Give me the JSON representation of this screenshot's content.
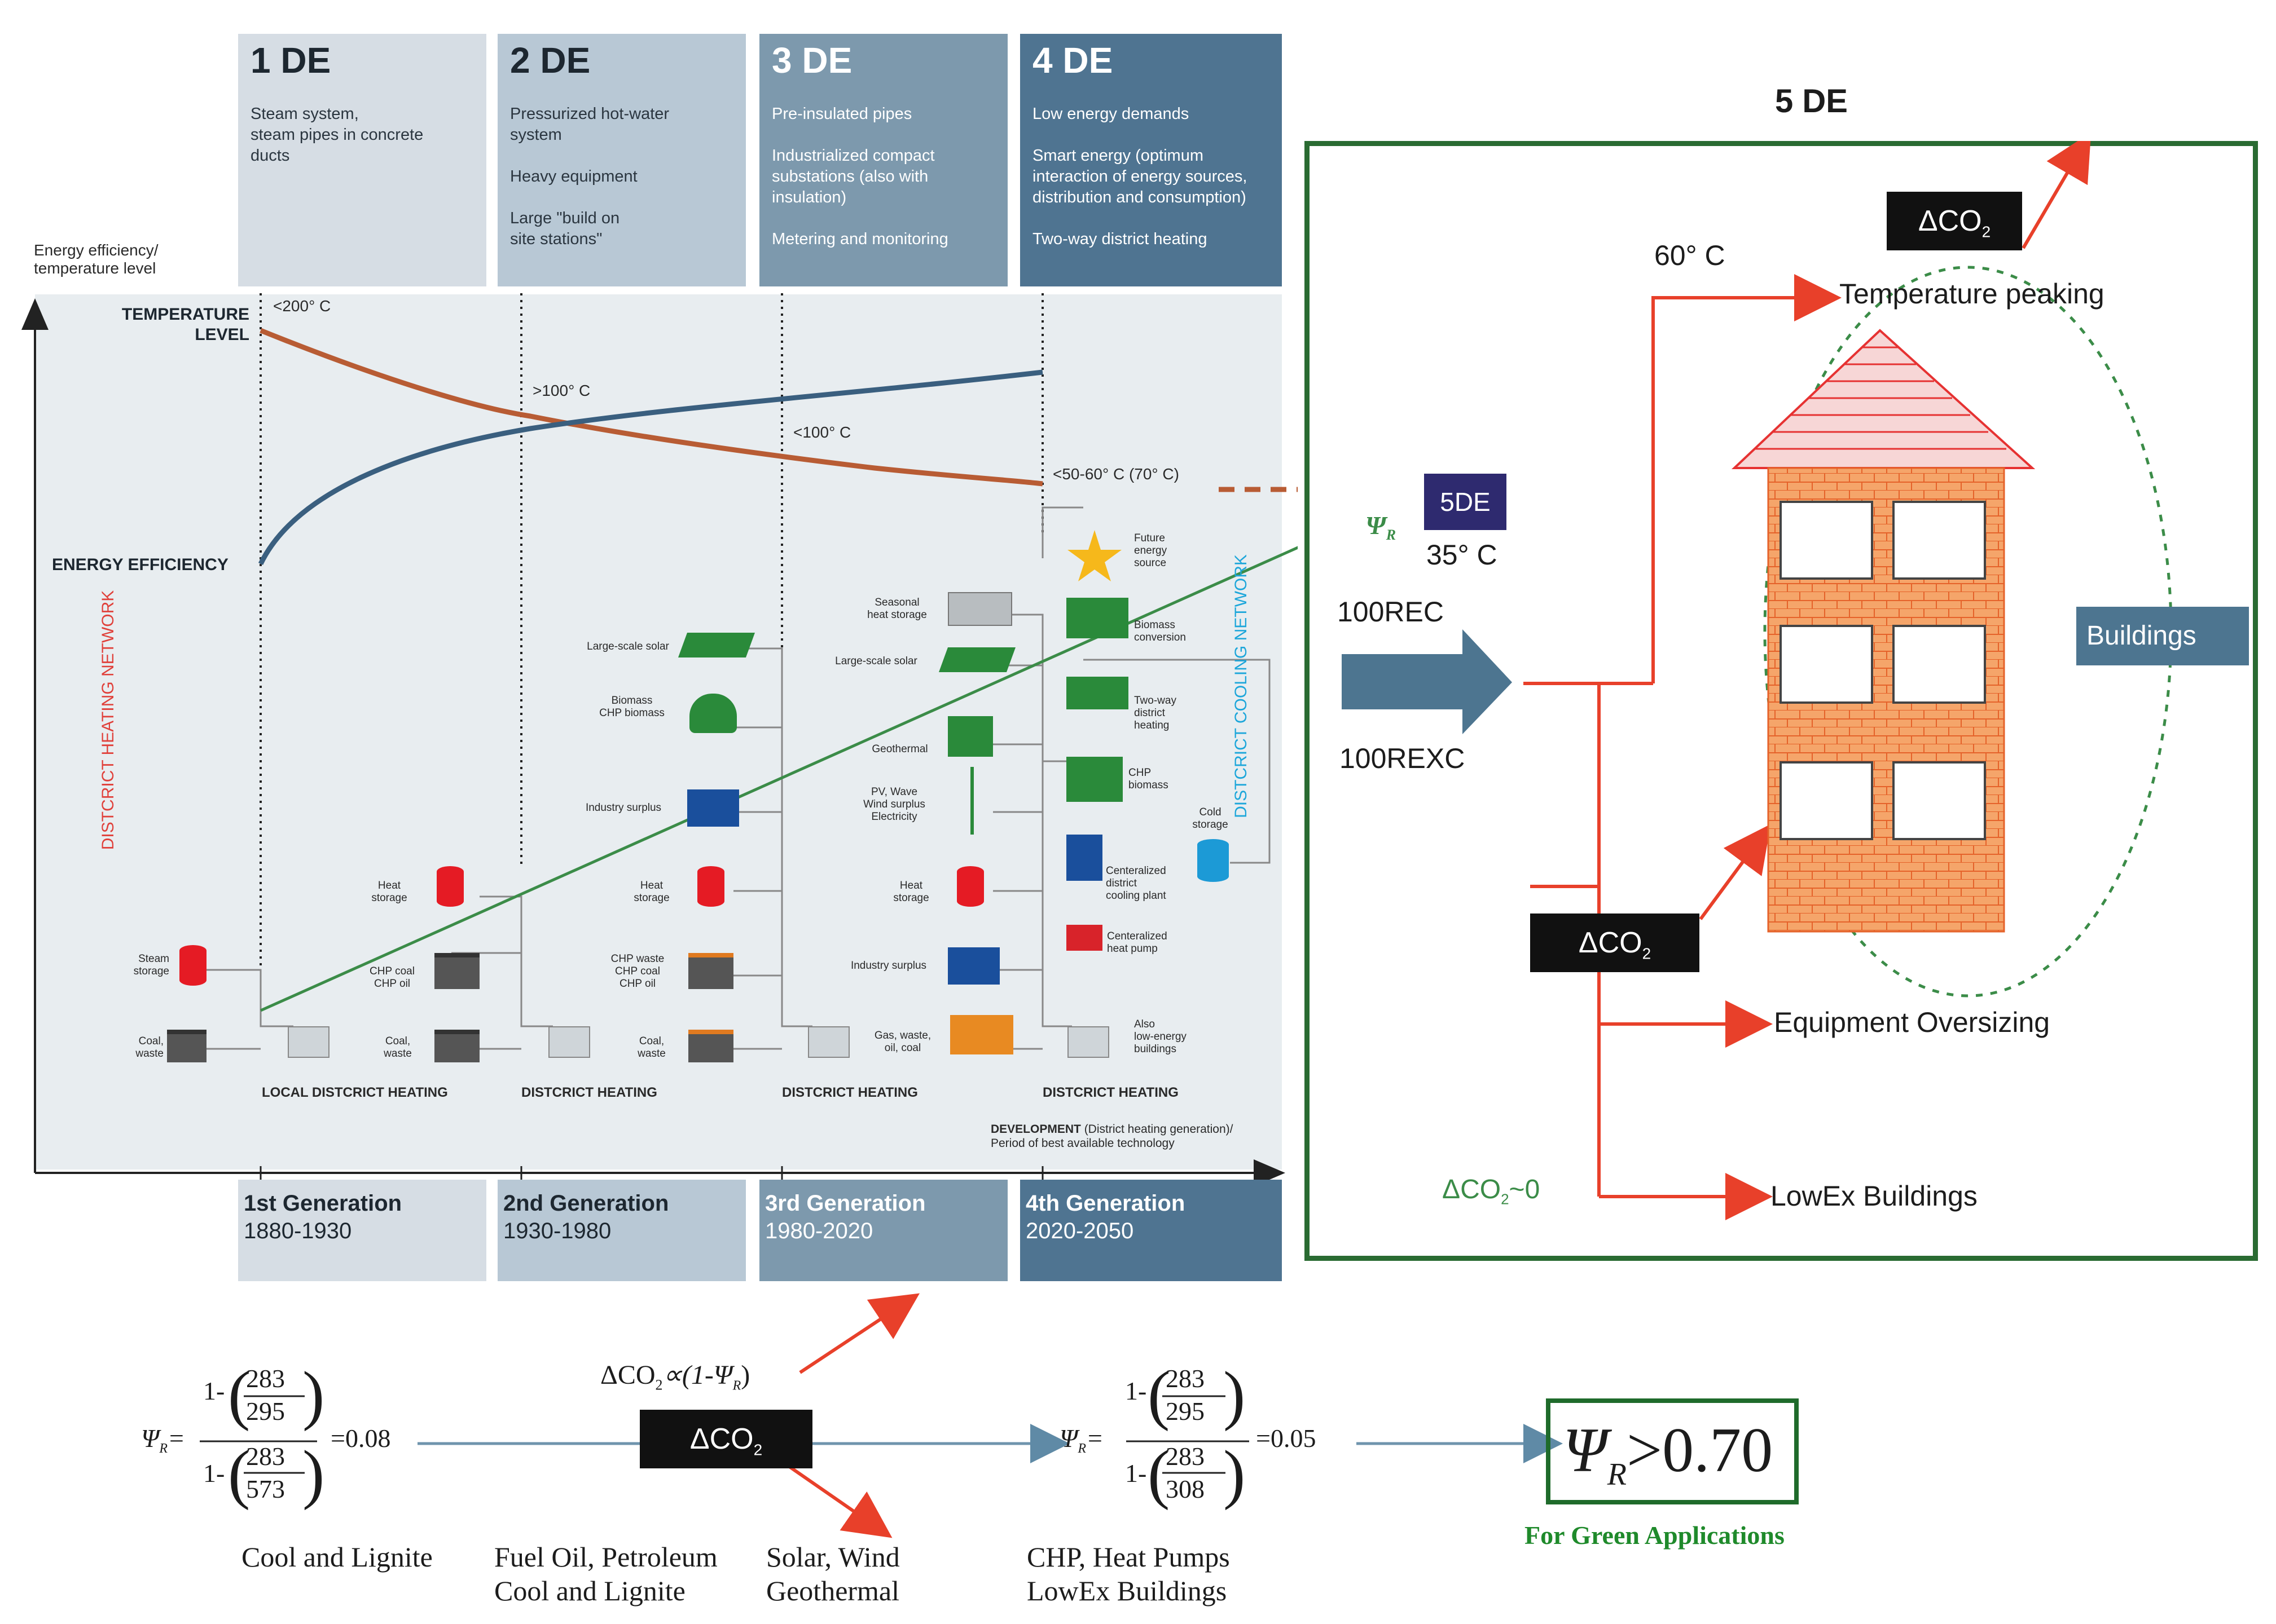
{
  "generations": [
    {
      "num": "1 DE",
      "desc": "Steam system,\nsteam pipes in concrete\nducts",
      "foot_title": "1st Generation",
      "foot_years": "1880-1930",
      "network": "LOCAL DISTCRICT HEATING"
    },
    {
      "num": "2 DE",
      "desc": "Pressurized hot-water\nsystem\n\nHeavy equipment\n\nLarge \"build on\nsite stations\"",
      "foot_title": "2nd Generation",
      "foot_years": "1930-1980",
      "network": "DISTCRICT HEATING"
    },
    {
      "num": "3 DE",
      "desc": "Pre-insulated pipes\n\nIndustrialized compact\nsubstations (also with\ninsulation)\n\nMetering and monitoring",
      "foot_title": "3rd Generation",
      "foot_years": "1980-2020",
      "network": "DISTCRICT HEATING"
    },
    {
      "num": "4 DE",
      "desc": "Low energy demands\n\nSmart energy (optimum\ninteraction of energy sources,\ndistribution and consumption)\n\nTwo-way district heating",
      "foot_title": "4th Generation",
      "foot_years": "2020-2050",
      "network": "DISTCRICT HEATING"
    }
  ],
  "axis": {
    "y_label": "Energy efficiency/\ntemperature level",
    "temp_label": "TEMPERATURE\nLEVEL",
    "eff_label": "ENERGY EFFICIENCY",
    "x_note_bold": "DEVELOPMENT",
    "x_note": " (District heating generation)/\nPeriod of best available technology",
    "heating_network": "DISTCRICT HEATING NETWORK",
    "cooling_network": "DISTCRICT COOLING NETWORK"
  },
  "temperatures": {
    "t1": "<200° C",
    "t2": ">100° C",
    "t3": "<100° C",
    "t4": "<50-60° C (70° C)"
  },
  "components": {
    "gen1": [
      "Steam\nstorage",
      "Coal,\nwaste"
    ],
    "gen2": [
      "Heat\nstorage",
      "CHP coal\nCHP oil",
      "Coal,\nwaste"
    ],
    "gen3": [
      "Large-scale solar",
      "Biomass\nCHP biomass",
      "Industry surplus",
      "Heat\nstorage",
      "CHP waste\nCHP coal\nCHP oil",
      "Coal,\nwaste"
    ],
    "gen3b": [
      "Seasonal\nheat storage",
      "Large-scale solar",
      "Geothermal",
      "PV, Wave\nWind surplus\nElectricity",
      "Heat\nstorage",
      "Industry surplus",
      "Gas, waste,\noil, coal"
    ],
    "gen4": [
      "Future\nenergy\nsource",
      "Biomass\nconversion",
      "Two-way\ndistrict\nheating",
      "CHP\nbiomass",
      "Cold\nstorage",
      "Centeralized\ndistrict\ncooling plant",
      "Centeralized\nheat pump",
      "Also\nlow-energy\nbuildings"
    ]
  },
  "fivede": {
    "title": "5 DE",
    "badge": "5DE",
    "temp": "35° C",
    "rec": "100REC",
    "rexc": "100REXC",
    "psi": "Ψ",
    "psi_sub": "R",
    "t60": "60° C",
    "peaking": "Temperature peaking",
    "buildings": "Buildings",
    "oversizing": "Equipment Oversizing",
    "lowex": "LowEx Buildings",
    "dco2_zero": "ΔCO",
    "dco2_zero_tail": "~0",
    "dco2": "ΔCO",
    "sub2": "2"
  },
  "formulas": {
    "f1_result": "=0.08",
    "f2_result": "=0.05",
    "n1": "283",
    "d1": "295",
    "d1b": "573",
    "n2": "283",
    "d2": "295",
    "d2b": "308",
    "one_minus": "1-",
    "psi": "Ψ",
    "sub": "R",
    "dco2_prop": "ΔCO",
    "dco2_prop_tail": "∝(1-Ψ",
    "dco2_prop_end": ")",
    "center_badge": "ΔCO",
    "final": ">0.70",
    "final_caption": "For Green Applications"
  },
  "captions": {
    "c1": "Cool and Lignite",
    "c2a": "Fuel Oil, Petroleum",
    "c2b": "Cool and Lignite",
    "c3a": "Solar, Wind",
    "c3b": "Geothermal",
    "c4a": "CHP, Heat Pumps",
    "c4b": "LowEx Buildings"
  },
  "colors": {
    "gen1": "#d6dde4",
    "gen2": "#b5c6d3",
    "gen3": "#7c98ac",
    "gen4": "#4f7491",
    "temp_curve": "#b85c34",
    "eff_curve": "#3a5f7f",
    "green_line": "#3b8c48",
    "red_arrow": "#e8402a",
    "plot_bg": "#e8edf0"
  }
}
